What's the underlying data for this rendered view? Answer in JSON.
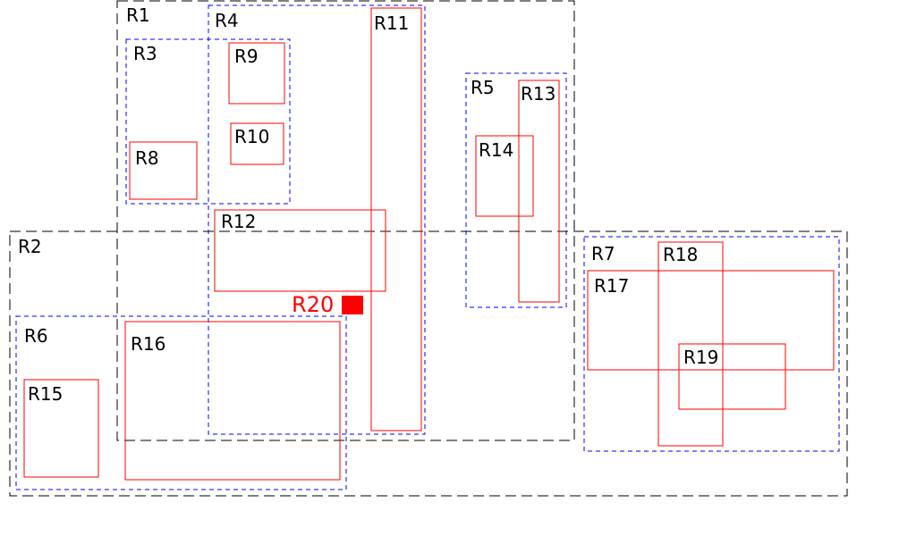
{
  "colors": {
    "level1": "#000000",
    "level2": "#0000ff",
    "leaf": "#ff0000",
    "highlight": "#ff0000"
  },
  "regions": [
    {
      "id": "R1",
      "label": "R1",
      "level": "level1"
    },
    {
      "id": "R2",
      "label": "R2",
      "level": "level1"
    },
    {
      "id": "R3",
      "label": "R3",
      "level": "level2"
    },
    {
      "id": "R4",
      "label": "R4",
      "level": "level2"
    },
    {
      "id": "R5",
      "label": "R5",
      "level": "level2"
    },
    {
      "id": "R6",
      "label": "R6",
      "level": "level2"
    },
    {
      "id": "R7",
      "label": "R7",
      "level": "level2"
    },
    {
      "id": "R8",
      "label": "R8",
      "level": "leaf"
    },
    {
      "id": "R9",
      "label": "R9",
      "level": "leaf"
    },
    {
      "id": "R10",
      "label": "R10",
      "level": "leaf"
    },
    {
      "id": "R11",
      "label": "R11",
      "level": "leaf"
    },
    {
      "id": "R12",
      "label": "R12",
      "level": "leaf"
    },
    {
      "id": "R13",
      "label": "R13",
      "level": "leaf"
    },
    {
      "id": "R14",
      "label": "R14",
      "level": "leaf"
    },
    {
      "id": "R15",
      "label": "R15",
      "level": "leaf"
    },
    {
      "id": "R16",
      "label": "R16",
      "level": "leaf"
    },
    {
      "id": "R17",
      "label": "R17",
      "level": "leaf"
    },
    {
      "id": "R18",
      "label": "R18",
      "level": "leaf"
    },
    {
      "id": "R19",
      "label": "R19",
      "level": "leaf"
    }
  ],
  "highlight": {
    "id": "R20",
    "label": "R20"
  }
}
